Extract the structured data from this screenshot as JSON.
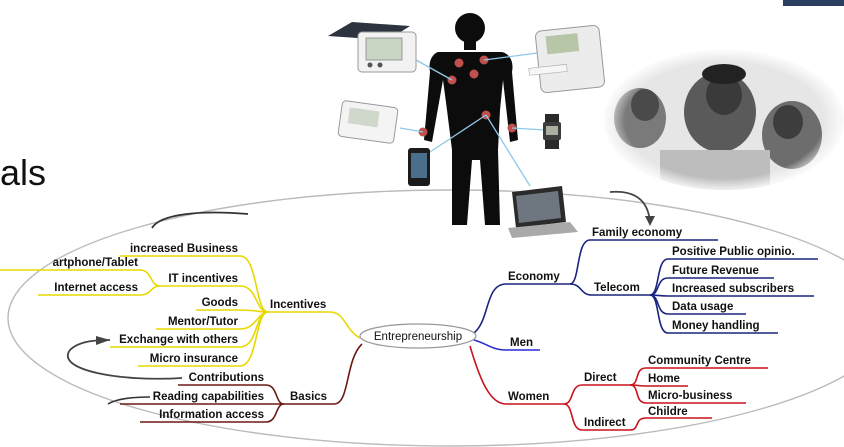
{
  "slide": {
    "partial_word": "als"
  },
  "mindmap": {
    "center": "Entrepreneurship",
    "incentives": {
      "label": "Incentives",
      "items": [
        "increased Business",
        "IT incentives",
        "Goods",
        "Mentor/Tutor",
        "Exchange with others",
        "Micro insurance"
      ],
      "it_sub": [
        "artphone/Tablet",
        "Internet access"
      ]
    },
    "basics": {
      "label": "Basics",
      "items": [
        "Contributions",
        "Reading capabilities",
        "Information access"
      ]
    },
    "economy": {
      "label": "Economy",
      "family": "Family economy",
      "telecom": "Telecom",
      "telecom_items": [
        "Positive Public opinio.",
        "Future Revenue",
        "Increased subscribers",
        "Data usage",
        "Money handling"
      ]
    },
    "men": {
      "label": "Men"
    },
    "women": {
      "label": "Women",
      "direct": "Direct",
      "direct_items": [
        "Community Centre",
        "Home",
        "Micro-business"
      ],
      "indirect": "Indirect",
      "indirect_items": [
        "Childre"
      ]
    }
  },
  "colors": {
    "incentives": "#e8d800",
    "basics": "#6b1a14",
    "economy": "#1a237e",
    "men": "#2a2ad8",
    "women": "#c8141c",
    "ellipse": "#b8b8b8"
  }
}
